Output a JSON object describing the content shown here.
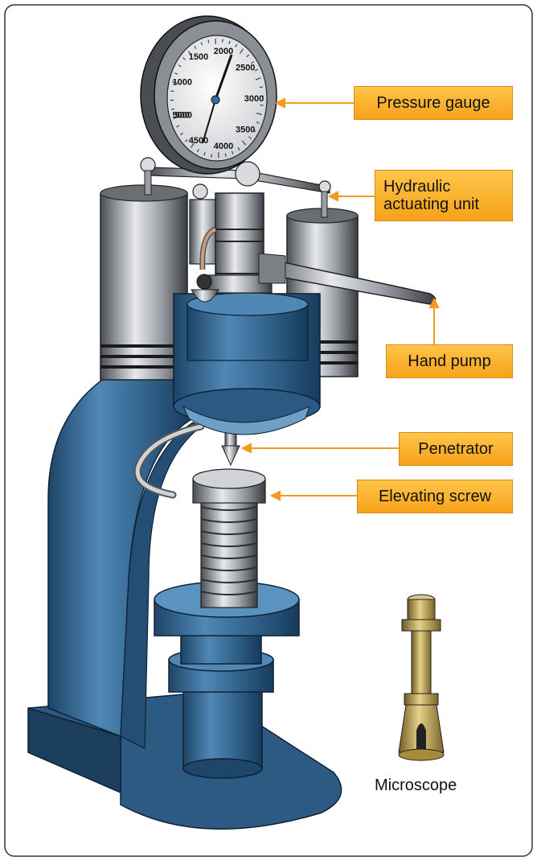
{
  "diagram": {
    "gauge_scale": [
      "500",
      "1000",
      "1500",
      "2000",
      "2500",
      "3000",
      "3500",
      "4000",
      "4500",
      "5000"
    ],
    "callouts": [
      {
        "id": "pressure-gauge",
        "label": "Pressure gauge"
      },
      {
        "id": "hydraulic-actuating-unit",
        "label": "Hydraulic\nactuating unit"
      },
      {
        "id": "hand-pump",
        "label": "Hand pump"
      },
      {
        "id": "penetrator",
        "label": "Penetrator"
      },
      {
        "id": "elevating-screw",
        "label": "Elevating screw"
      }
    ],
    "microscope_caption": "Microscope",
    "colors": {
      "label_fill": "#f7a21a",
      "leader_line": "#f29a1c",
      "machine_blue": "#3a6f9c",
      "steel": "#9aa0a6",
      "brass": "#b59a45"
    }
  }
}
